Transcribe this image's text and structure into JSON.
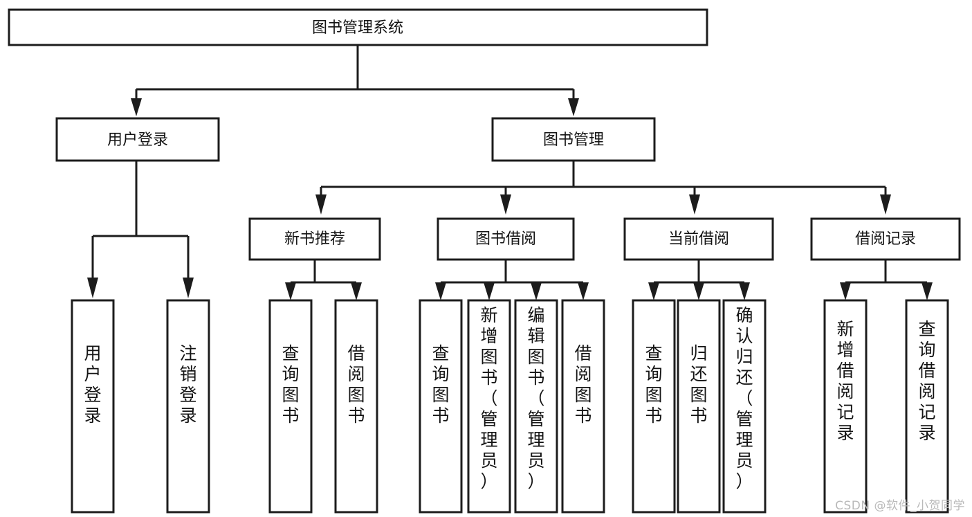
{
  "diagram": {
    "type": "tree-hierarchy",
    "title": "图书管理系统",
    "watermark": "CSDN @软件_小贺同学",
    "colors": {
      "stroke": "#1c1c1c",
      "fill": "#ffffff",
      "text": "#141414",
      "watermark": "#b9b9b9"
    },
    "levels": {
      "root": {
        "label": "图书管理系统"
      },
      "level2": [
        {
          "id": "user-login",
          "label": "用户登录"
        },
        {
          "id": "book-manage",
          "label": "图书管理"
        }
      ],
      "level3": [
        {
          "id": "new-book-recommend",
          "label": "新书推荐",
          "parent": "book-manage"
        },
        {
          "id": "book-borrow",
          "label": "图书借阅",
          "parent": "book-manage"
        },
        {
          "id": "current-borrow",
          "label": "当前借阅",
          "parent": "book-manage"
        },
        {
          "id": "borrow-record",
          "label": "借阅记录",
          "parent": "book-manage"
        }
      ],
      "leaves": [
        {
          "id": "leaf-user-login",
          "label": "用户登录",
          "parent": "user-login"
        },
        {
          "id": "leaf-user-logout",
          "label": "注销登录",
          "parent": "user-login"
        },
        {
          "id": "leaf-query-book-1",
          "label": "查询图书",
          "parent": "new-book-recommend"
        },
        {
          "id": "leaf-borrow-book-1",
          "label": "借阅图书",
          "parent": "new-book-recommend"
        },
        {
          "id": "leaf-query-book-2",
          "label": "查询图书",
          "parent": "book-borrow"
        },
        {
          "id": "leaf-add-book",
          "label": "新增图书（管理员）",
          "parent": "book-borrow"
        },
        {
          "id": "leaf-edit-book",
          "label": "编辑图书（管理员）",
          "parent": "book-borrow"
        },
        {
          "id": "leaf-borrow-book-2",
          "label": "借阅图书",
          "parent": "book-borrow"
        },
        {
          "id": "leaf-query-book-3",
          "label": "查询图书",
          "parent": "current-borrow"
        },
        {
          "id": "leaf-return-book",
          "label": "归还图书",
          "parent": "current-borrow"
        },
        {
          "id": "leaf-confirm-return",
          "label": "确认归还（管理员）",
          "parent": "current-borrow"
        },
        {
          "id": "leaf-add-record",
          "label": "新增借阅记录",
          "parent": "borrow-record"
        },
        {
          "id": "leaf-query-record",
          "label": "查询借阅记录",
          "parent": "borrow-record"
        }
      ]
    }
  }
}
